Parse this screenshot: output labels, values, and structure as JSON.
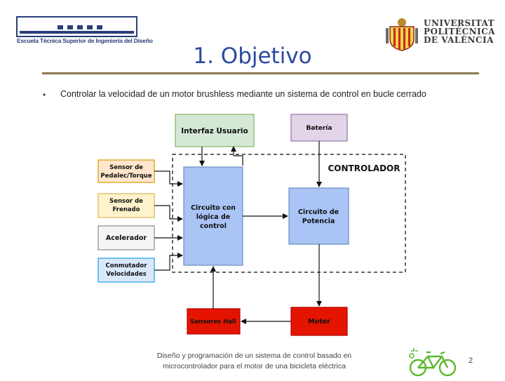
{
  "header": {
    "school_logo_text": "Escuela Técnica Superior de Ingeniería del Diseño",
    "university_lines": [
      "UNIVERSITAT",
      "POLITÈCNICA",
      "DE VALÈNCIA"
    ]
  },
  "slide": {
    "title": "1. Objetivo",
    "bullets": [
      "Controlar la velocidad de un motor brushless mediante un sistema de control en bucle cerrado"
    ]
  },
  "diagram": {
    "controller_label": "CONTROLADOR",
    "boxes": {
      "interfaz": "Interfaz Usuario",
      "bateria": "Batería",
      "sensor_pedalec_1": "Sensor de",
      "sensor_pedalec_2": "Pedalec/Torque",
      "sensor_frenado_1": "Sensor de",
      "sensor_frenado_2": "Frenado",
      "acelerador": "Acelerador",
      "conmutador_1": "Conmutador",
      "conmutador_2": "Velocidades",
      "logica_1": "Circuito con",
      "logica_2": "lógica de",
      "logica_3": "control",
      "potencia_1": "Circuito de",
      "potencia_2": "Potencia",
      "hall": "Sensores Hall",
      "motor": "Motor"
    },
    "colors": {
      "green": "#d5e8d4",
      "purple": "#e1d5e7",
      "orange": "#ffe6cc",
      "yellow": "#fff2cc",
      "gray": "#f5f5f5",
      "blue": "#dae8fc",
      "controller_blue": "#a9c4f5",
      "red": "#e51400"
    }
  },
  "footer": {
    "line1": "Diseño y programación de un sistema de control basado en",
    "line2": "microcontrolador para el motor de una bicicleta eléctrica",
    "page_number": "2"
  }
}
